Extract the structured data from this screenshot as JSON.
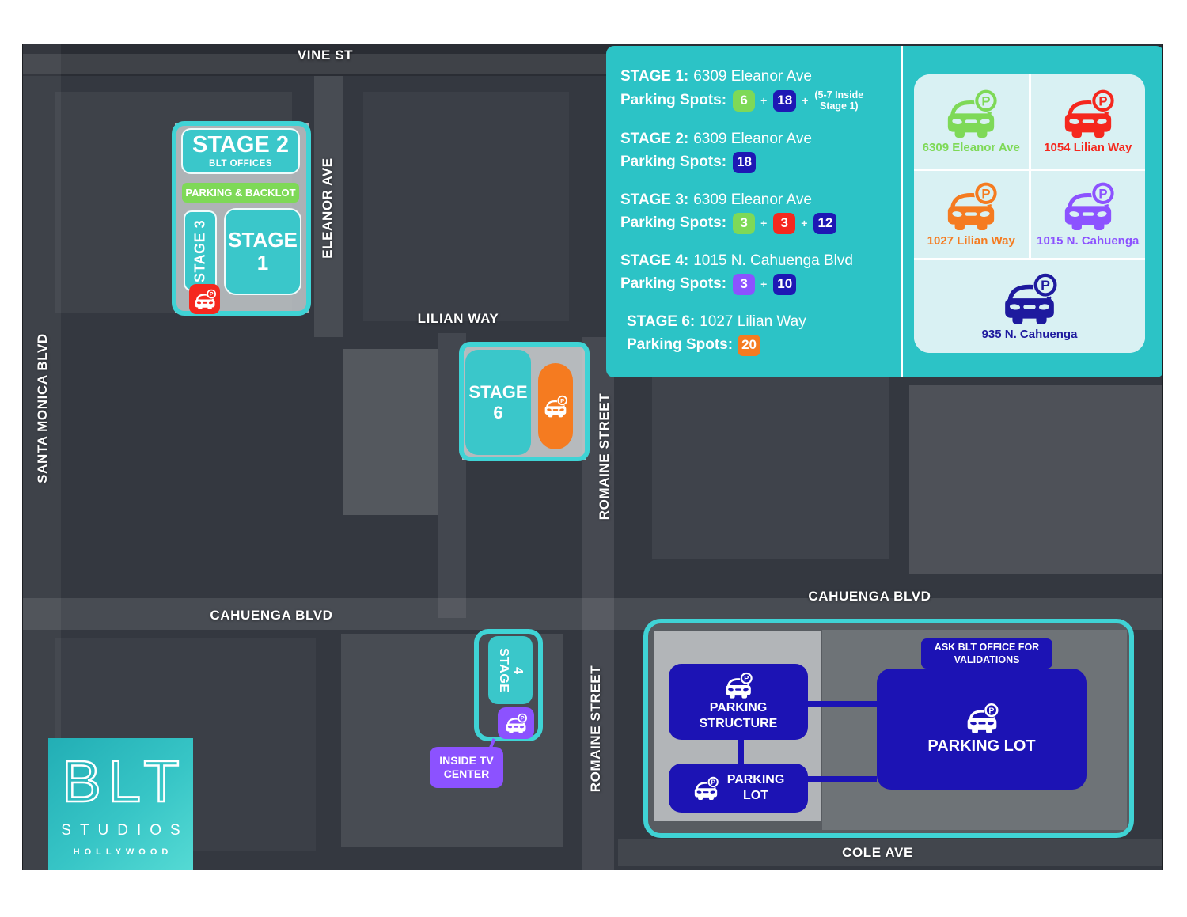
{
  "colors": {
    "teal_panel": "#2cc3c6",
    "teal_box": "#3ac7ca",
    "teal_border": "#3fd3d5",
    "green": "#7ed957",
    "navy": "#1e18b4",
    "navy_lot": "#1c13b4",
    "navy_deep": "#1e1a9e",
    "red": "#f5281e",
    "orange": "#f57b20",
    "purple": "#8c52ff",
    "legend_bg": "#d9f1f3"
  },
  "streets": {
    "vine": "VINE ST",
    "santa_monica": "SANTA MONICA BLVD",
    "eleanor": "ELEANOR AVE",
    "lilian": "LILIAN WAY",
    "romaine_upper": "ROMAINE STREET",
    "romaine_lower": "ROMAINE STREET",
    "cahuenga_left": "CAHUENGA BLVD",
    "cahuenga_right": "CAHUENGA BLVD",
    "cole": "COLE AVE"
  },
  "stage2_complex": {
    "stage2_title": "STAGE 2",
    "stage2_sub": "BLT OFFICES",
    "parking_backlot": "PARKING & BACKLOT",
    "stage3": "STAGE 3",
    "stage1_line1": "STAGE",
    "stage1_line2": "1"
  },
  "stage6_block": {
    "line1": "STAGE",
    "line2": "6"
  },
  "stage4_block": {
    "line1": "STAGE",
    "line2": "4"
  },
  "tv_center": {
    "line1": "INSIDE TV",
    "line2": "CENTER"
  },
  "info_panel": {
    "plus": "+",
    "rows": [
      {
        "stage": "STAGE 1:",
        "address": "6309 Eleanor Ave",
        "spots_label": "Parking Spots:",
        "badges": [
          {
            "value": "6",
            "color": "green"
          },
          {
            "value": "18",
            "color": "navy"
          }
        ],
        "note_line1": "(5-7 Inside",
        "note_line2": "Stage 1)"
      },
      {
        "stage": "STAGE 2:",
        "address": "6309 Eleanor Ave",
        "spots_label": "Parking Spots:",
        "badges": [
          {
            "value": "18",
            "color": "navy"
          }
        ]
      },
      {
        "stage": "STAGE 3:",
        "address": "6309 Eleanor Ave",
        "spots_label": "Parking Spots:",
        "badges": [
          {
            "value": "3",
            "color": "green"
          },
          {
            "value": "3",
            "color": "red"
          },
          {
            "value": "12",
            "color": "navy"
          }
        ]
      },
      {
        "stage": "STAGE 4:",
        "address": "1015 N. Cahuenga Blvd",
        "spots_label": "Parking Spots:",
        "badges": [
          {
            "value": "3",
            "color": "purple"
          },
          {
            "value": "10",
            "color": "navy"
          }
        ]
      },
      {
        "stage": "STAGE 6:",
        "address": "1027 Lilian Way",
        "spots_label": "Parking Spots:",
        "badges": [
          {
            "value": "20",
            "color": "orange"
          }
        ]
      }
    ]
  },
  "legend": {
    "items": [
      {
        "label": "6309 Eleanor Ave",
        "color": "green"
      },
      {
        "label": "1054 Lilian Way",
        "color": "red"
      },
      {
        "label": "1027 Lilian Way",
        "color": "orange"
      },
      {
        "label": "1015 N. Cahuenga",
        "color": "purple"
      },
      {
        "label": "935 N. Cahuenga",
        "color": "navy"
      }
    ]
  },
  "parking_area": {
    "validations_line1": "ASK BLT OFFICE FOR",
    "validations_line2": "VALIDATIONS",
    "structure_line1": "PARKING",
    "structure_line2": "STRUCTURE",
    "lot_large": "PARKING LOT",
    "lot_small_line1": "PARKING",
    "lot_small_line2": "LOT"
  },
  "logo": {
    "name": "BLT",
    "studios": "STUDIOS",
    "hollywood": "HOLLYWOOD"
  }
}
